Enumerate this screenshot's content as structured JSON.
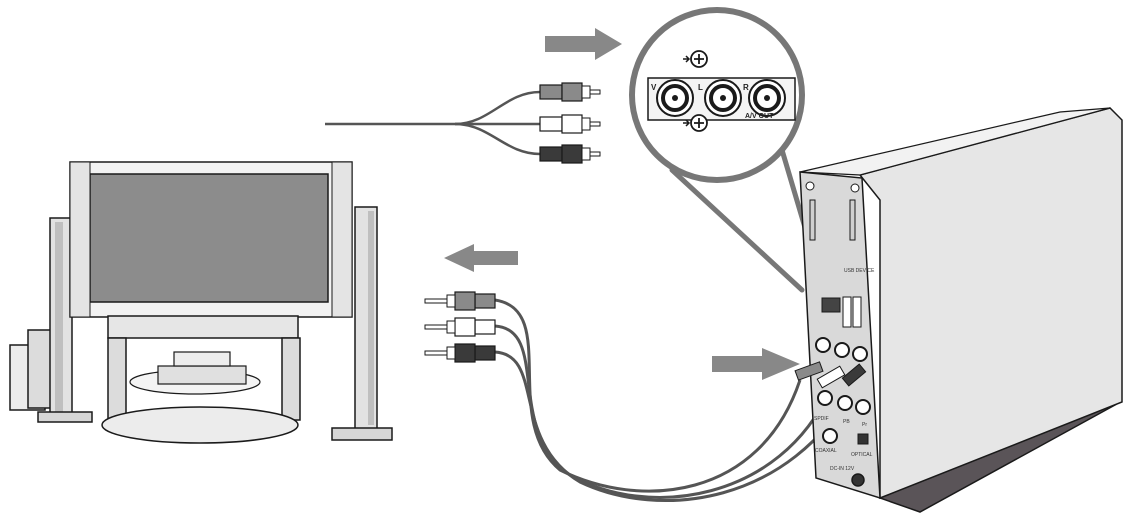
{
  "zoom_panel": {
    "jack_labels": {
      "video": "V",
      "left": "L",
      "right": "R"
    },
    "port_title": "A/V OUT"
  },
  "player": {
    "port_labels": {
      "usb_device": "USB DEVICE",
      "spdif": "SPDIF",
      "coaxial": "COAXIAL",
      "optical": "OPTICAL",
      "dc_in": "DC-IN 12V",
      "pb": "PB",
      "pr": "Pr"
    }
  },
  "arrows": [
    {
      "id": "to-zoom",
      "direction": "right"
    },
    {
      "id": "to-tv",
      "direction": "left"
    },
    {
      "id": "to-player",
      "direction": "right"
    }
  ],
  "cables": {
    "plug_colors": {
      "video": "#8a8a8a",
      "left": "#ffffff",
      "right": "#3a3a3a"
    }
  },
  "colors": {
    "outline": "#1a1a1a",
    "arrow": "#888888",
    "screen": "#8c8c8c",
    "player_body": "#e6e6e6",
    "stand": "#5a5458"
  }
}
